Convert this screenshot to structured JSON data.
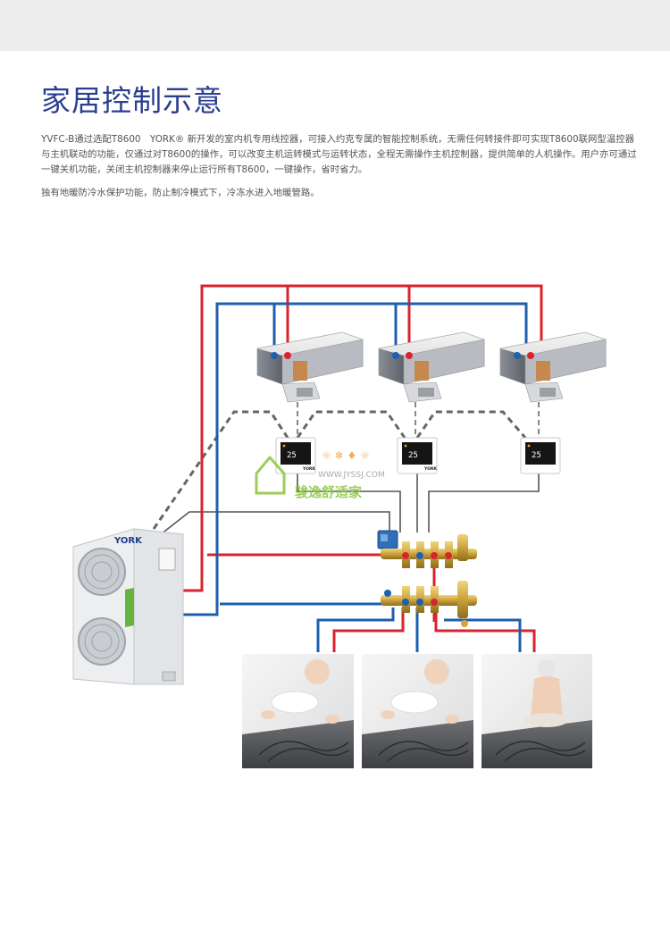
{
  "page": {
    "title": "家居控制示意",
    "paragraph1": "YVFC-B通过选配T8600　YORK® 新开发的室内机专用线控器，可接入约克专属的智能控制系统，无需任何转接件即可实现T8600联网型温控器与主机联动的功能，仅通过对T8600的操作，可以改变主机运转模式与运转状态，全程无需操作主机控制器，提供简单的人机操作。用户亦可通过一键关机功能，关闭主机控制器来停止运行所有T8600，一键操作，省时省力。",
    "paragraph2": "独有地暖防冷水保护功能，防止制冷模式下，冷冻水进入地暖管路。"
  },
  "diagram": {
    "outdoor_unit_brand": "YORK",
    "thermostat_brand": "YORK",
    "thermostat_display": "25",
    "watermark_url": "WWW.JYSSJ.COM",
    "watermark_name": "骏逸舒适家",
    "colors": {
      "hot_pipe": "#d9232e",
      "cold_pipe": "#1f5fae",
      "control_wire": "#666666",
      "title": "#2a3e8f"
    }
  }
}
